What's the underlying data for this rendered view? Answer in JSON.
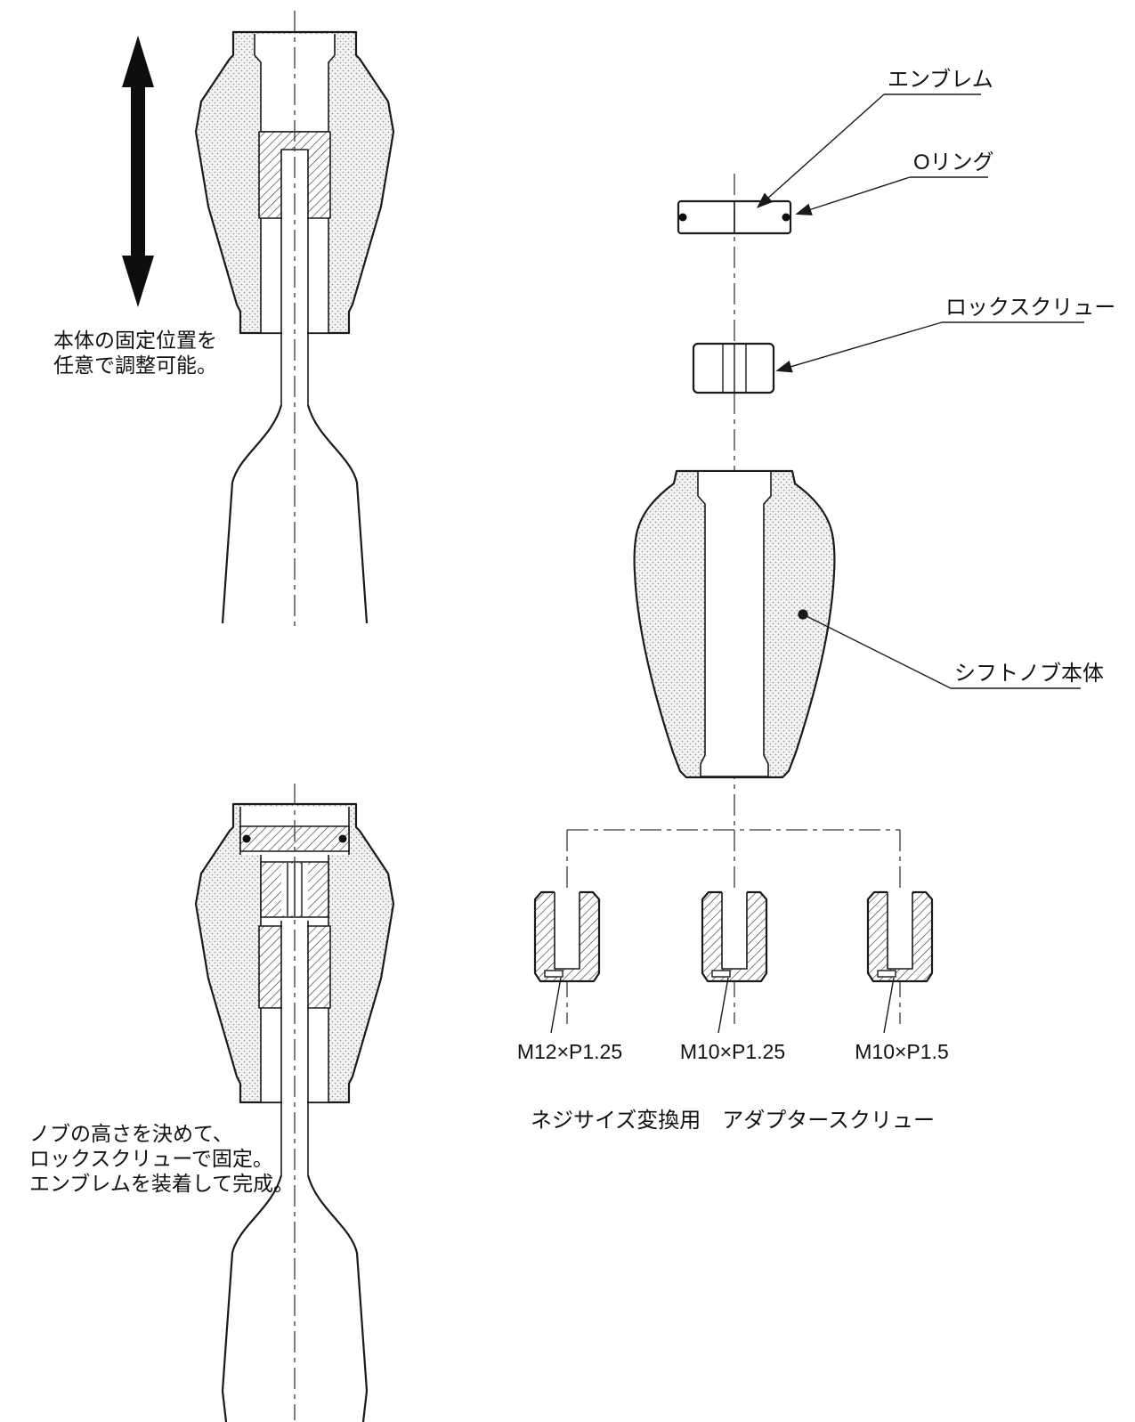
{
  "diagram": {
    "notes": {
      "adjust": [
        "本体の固定位置を",
        "任意で調整可能。"
      ],
      "assemble": [
        "ノブの高さを決めて、",
        "ロックスクリューで固定。",
        "エンブレムを装着して完成。"
      ]
    },
    "part_labels": {
      "emblem": "エンブレム",
      "o_ring": "Oリング",
      "lock_screw": "ロックスクリュー",
      "shift_knob_body": "シフトノブ本体"
    },
    "adapter_screws": {
      "sizes": [
        "M12×P1.25",
        "M10×P1.25",
        "M10×P1.5"
      ],
      "caption": "ネジサイズ変換用　アダプタースクリュー"
    },
    "icons": {
      "adjust_arrow": "double-headed-vertical-arrow"
    },
    "colors": {
      "line": "#1a1a1a",
      "background": "#ffffff"
    }
  }
}
